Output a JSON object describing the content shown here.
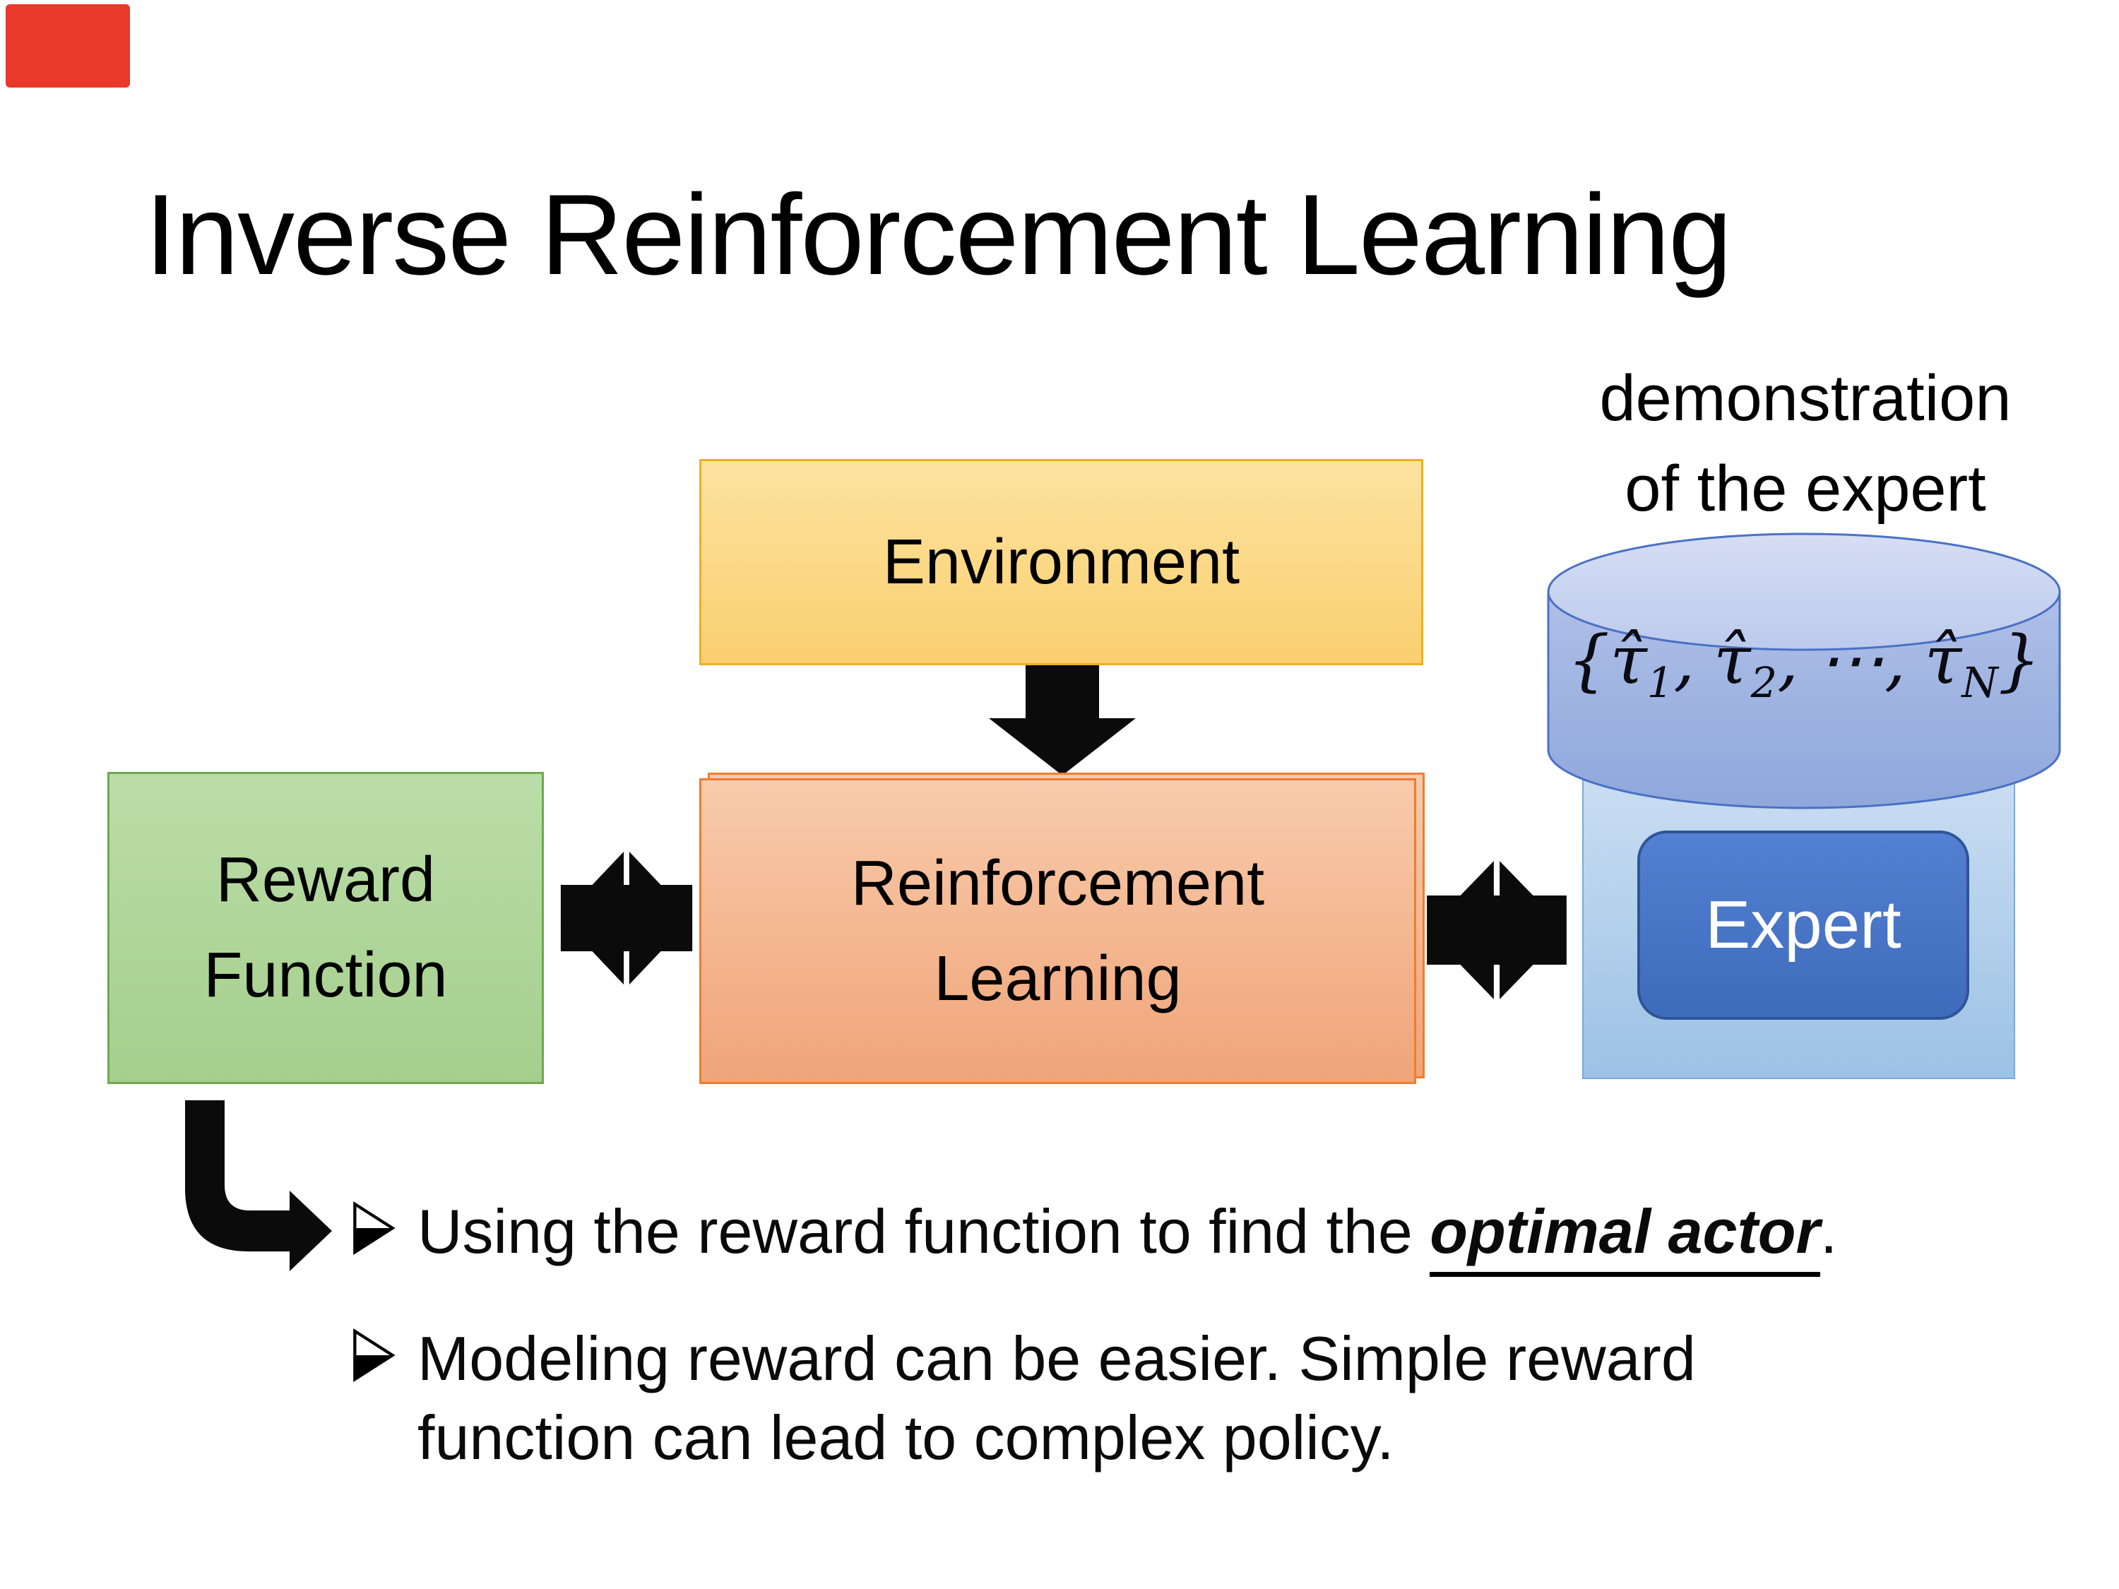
{
  "slide": {
    "title": "Inverse Reinforcement Learning",
    "annotation": {
      "color": "#e8392b"
    }
  },
  "demo_label": {
    "line1": "demonstration",
    "line2": "of the expert"
  },
  "boxes": {
    "environment": {
      "label": "Environment",
      "fill": "#facf6f",
      "border": "#efad27"
    },
    "reward": {
      "line1": "Reward",
      "line2": "Function",
      "fill": "#a5cf8d",
      "border": "#6fa84f"
    },
    "reinforcement": {
      "line1": "Reinforcement",
      "line2": "Learning",
      "fill": "#f4b183",
      "border": "#ed7d31"
    },
    "expert": {
      "label": "Expert",
      "fill": "#4472c4",
      "border": "#2f5597",
      "text_color": "#ffffff",
      "container_fill": "#9cc2e5"
    }
  },
  "cylinder": {
    "fill": "#9fb3df",
    "top_fill": "#cbd5f0",
    "border": "#4a71c4",
    "math": {
      "open": "{",
      "tau": "τ̂",
      "sub1": "1",
      "sub2": "2",
      "cdots": "⋯",
      "comma": ",",
      "subN": "N",
      "close": "}"
    }
  },
  "arrows": {
    "color": "#0b0b0b"
  },
  "bullets": [
    {
      "marker": "➢",
      "prefix": "Using the reward function to find the ",
      "emphasis": "optimal actor",
      "suffix": "."
    },
    {
      "marker": "➢",
      "line1": "Modeling reward can be easier. Simple reward",
      "line2": "function can lead to complex policy."
    }
  ]
}
